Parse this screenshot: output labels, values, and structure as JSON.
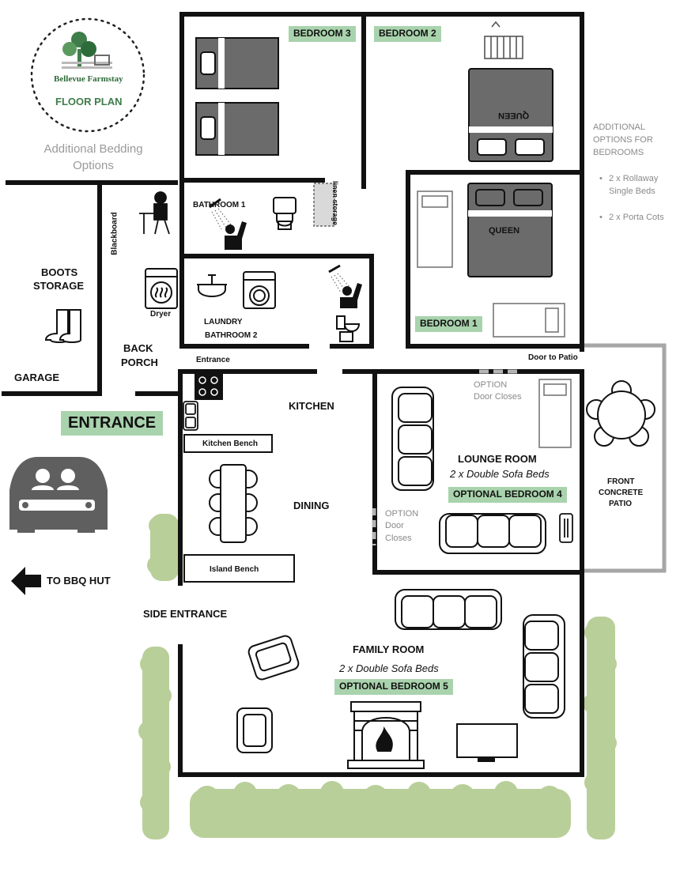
{
  "logo": {
    "name": "Bellevue Farmstay",
    "subtitle": "FLOOR PLAN"
  },
  "additional_bedding_options": "Additional Bedding Options",
  "rooms": {
    "bedroom3": "BEDROOM 3",
    "bedroom2": "BEDROOM 2",
    "bedroom1": "BEDROOM 1",
    "bathroom1": "BATHROOM 1",
    "linen_storage": "linen storage",
    "laundry": "LAUNDRY",
    "bathroom2": "BATHROOM 2",
    "boots_storage_1": "BOOTS",
    "boots_storage_2": "STORAGE",
    "blackboard": "Blackboard",
    "dryer": "Dryer",
    "back_porch_1": "BACK",
    "back_porch_2": "PORCH",
    "garage": "GARAGE",
    "entrance_small": "Entrance",
    "entrance_big": "ENTRANCE",
    "kitchen": "KITCHEN",
    "kitchen_bench": "Kitchen Bench",
    "dining": "DINING",
    "island_bench": "Island Bench",
    "door_to_patio": "Door to Patio",
    "lounge_room": "LOUNGE ROOM",
    "lounge_beds": "2 x Double Sofa Beds",
    "optional_bedroom4": "OPTIONAL BEDROOM 4",
    "front_patio_1": "FRONT",
    "front_patio_2": "CONCRETE",
    "front_patio_3": "PATIO",
    "to_bbq_hut": "TO BBQ HUT",
    "side_entrance": "SIDE ENTRANCE",
    "family_room": "FAMILY ROOM",
    "family_beds": "2 x Double Sofa Beds",
    "optional_bedroom5": "OPTIONAL BEDROOM 5",
    "queen_top": "QUEEN",
    "queen_bed1": "QUEEN"
  },
  "options": {
    "door_closes_top_1": "OPTION",
    "door_closes_top_2": "Door Closes",
    "door_closes_left_1": "OPTION",
    "door_closes_left_2": "Door",
    "door_closes_left_3": "Closes"
  },
  "sidebar": {
    "heading_1": "ADDITIONAL",
    "heading_2": "OPTIONS FOR",
    "heading_3": "BEDROOMS",
    "item1_line1": "2 x Rollaway",
    "item1_line2": "Single Beds",
    "item2": "2 x Porta Cots"
  },
  "colors": {
    "wall": "#111111",
    "tag_green": "#a9d3ad",
    "bed_grey": "#6b6b6b",
    "hedge_green": "#b9cf9a",
    "patio_border": "#a6a6a6",
    "car_grey": "#5f5f5f"
  }
}
